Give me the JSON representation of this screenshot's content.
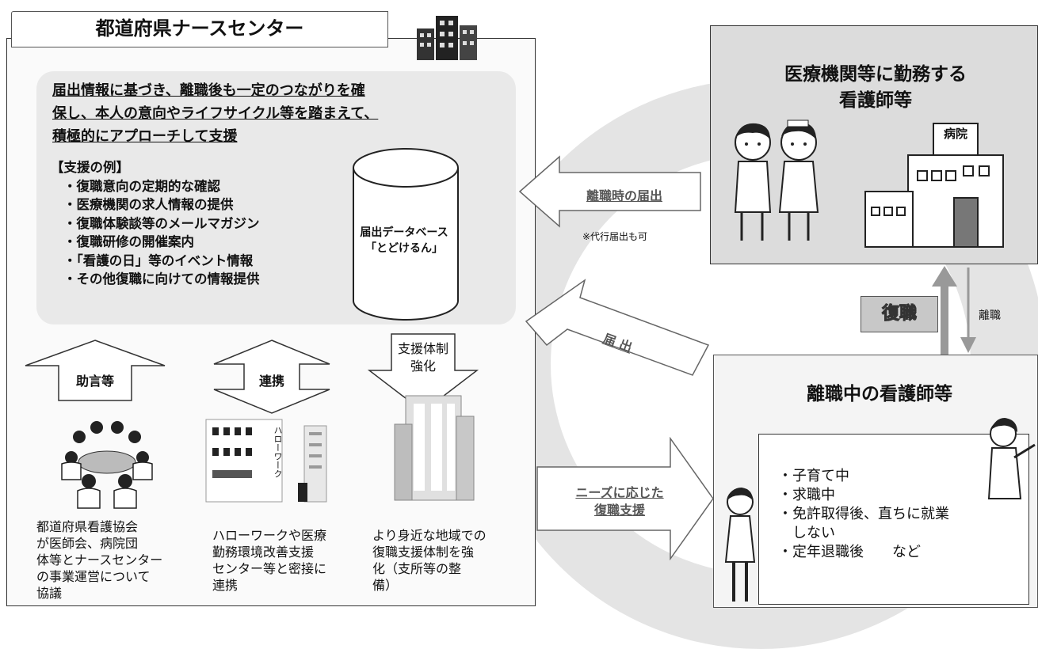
{
  "center_title": "都道府県ナースセンター",
  "intro_lines": [
    "届出情報に基づき、離職後も一定のつながりを確",
    "保し、本人の意向やライフサイクル等を踏まえて、",
    "積極的にアプローチして支援"
  ],
  "examples_heading": "【支援の例】",
  "examples": [
    "・復職意向の定期的な確認",
    "・医療機関の求人情報の提供",
    "・復職体験談等のメールマガジン",
    "・復職研修の開催案内",
    "・「看護の日」等のイベント情報",
    "・その他復職に向けての情報提供"
  ],
  "database": {
    "line1": "届出データベース",
    "line2": "「とどけるん」"
  },
  "arrows": {
    "advice": "助言等",
    "cooperation": "連携",
    "support_line1": "支援体制",
    "support_line2": "強化"
  },
  "descriptions": {
    "association": [
      "都道府県看護協会",
      "が医師会、病院団",
      "体等とナースセンター",
      "の事業運営について",
      "協議"
    ],
    "hellowork": [
      "ハローワークや医療",
      "勤務環境改善支援",
      "センター等と密接に",
      "連携"
    ],
    "regional": [
      "より身近な地域での",
      "復職支援体制を強",
      "化（支所等の整",
      "備）"
    ]
  },
  "building_sign": "ハローワーク",
  "hospital_sign": "病院",
  "right_top_title": [
    "医療機関等に勤務する",
    "看護師等"
  ],
  "right_bottom_title": "離職中の看護師等",
  "status_list": [
    "・子育て中",
    "・求職中",
    "・免許取得後、直ちに就業",
    "　しない",
    "・定年退職後　　など"
  ],
  "flows": {
    "notification_on_leave": "離職時の届出",
    "proxy_note": "※代行届出も可",
    "notification": "届 出",
    "needs_support_line1": "ニーズに応じた",
    "needs_support_line2": "復職支援",
    "return_to_work": "復職",
    "leave_job": "離職"
  }
}
